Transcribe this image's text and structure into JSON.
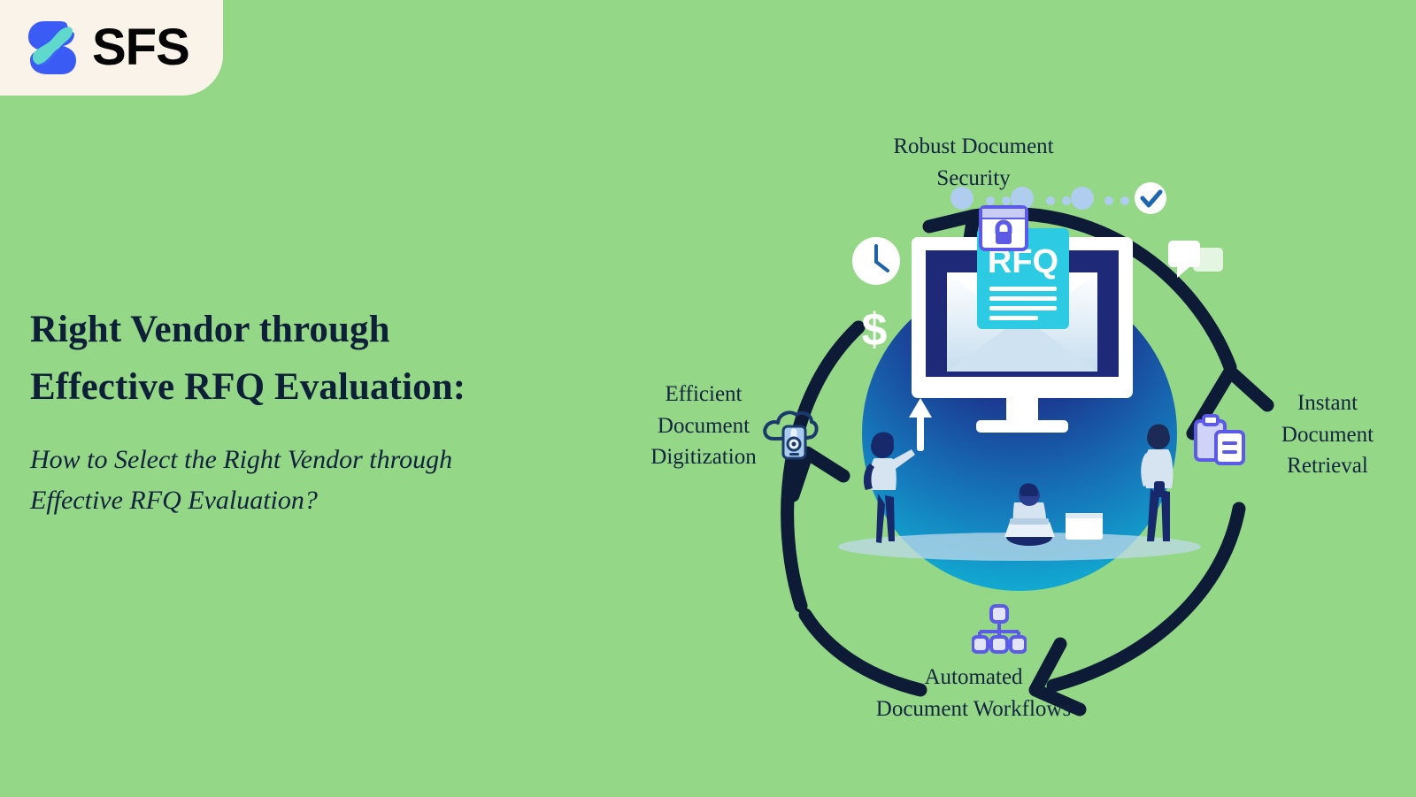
{
  "brand": {
    "logo_icon": "sfs-s-logo-icon",
    "name": "SFS",
    "logo_blue": "#3B5BF5",
    "logo_teal": "#5FD9CC",
    "panel_bg": "#FAF3EA"
  },
  "page": {
    "background_color": "#93D787",
    "text_color": "#13253E",
    "accent_navy": "#0D1B36",
    "icon_purple": "#5B5BE8"
  },
  "headline": {
    "line1": "Right Vendor through",
    "line2": "Effective RFQ Evaluation:"
  },
  "subheadline": {
    "line1": "How to Select the Right Vendor through",
    "line2": "Effective RFQ Evaluation?"
  },
  "cycle": {
    "direction": "clockwise",
    "nodes": [
      {
        "position": "top",
        "label": "Robust Document\nSecurity",
        "icon": "document-lock-icon"
      },
      {
        "position": "right",
        "label": "Instant\nDocument\nRetrieval",
        "icon": "clipboard-document-icon"
      },
      {
        "position": "bottom",
        "label": "Automated\nDocument Workflows",
        "icon": "workflow-hierarchy-icon"
      },
      {
        "position": "left",
        "label": "Efficient\nDocument\nDigitization",
        "icon": "cloud-mobile-scan-icon"
      }
    ],
    "arrows": 4
  },
  "center_illustration": {
    "name": "rfq-email-illustration",
    "document_label": "RFQ",
    "gradient_from": "#1B2E86",
    "gradient_to": "#12B5D8",
    "elements": [
      "desktop-monitor-icon",
      "envelope-icon",
      "rfq-document-icon",
      "clock-icon",
      "dollar-sign-icon",
      "chat-bubbles-icon",
      "progress-dots-check-icon",
      "person-standing-left",
      "person-sitting-laptop",
      "person-standing-right"
    ],
    "progress_steps": 4,
    "progress_completed_icon": "check-circle-icon"
  }
}
